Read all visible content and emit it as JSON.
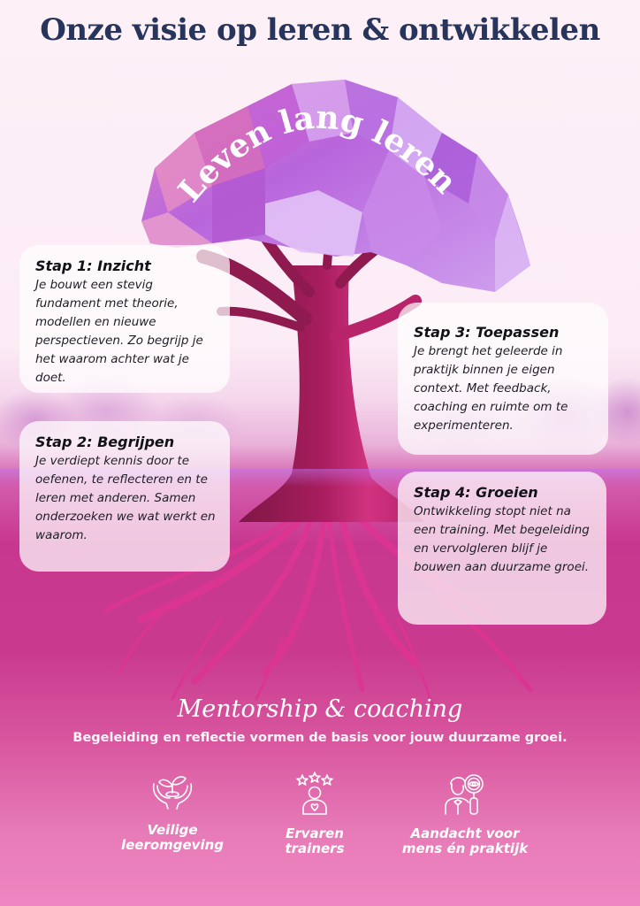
{
  "header": {
    "title": "Onze visie op leren & ontwikkelen"
  },
  "tree": {
    "arc_text": "Leven lang leren",
    "colors": {
      "canopy": "#b56ae0",
      "canopy_pink": "#e07ac0",
      "trunk": "#c2246f",
      "trunk_dark": "#7e1745",
      "roots": "#e23f9a"
    }
  },
  "steps": [
    {
      "title": "Stap 1: Inzicht",
      "text": "Je bouwt een stevig fundament met theorie, modellen en nieuwe perspectieven. Zo begrijp je het waarom achter wat je doet."
    },
    {
      "title": "Stap 2: Begrijpen",
      "text": "Je verdiept kennis door te oefenen, te reflecteren en te leren met anderen. Samen onderzoeken we wat werkt en waarom."
    },
    {
      "title": "Stap 3: Toepassen",
      "text": "Je brengt het geleerde in praktijk binnen je eigen context. Met feedback, coaching en ruimte om te experimenteren."
    },
    {
      "title": "Stap 4: Groeien",
      "text": "Ontwikkeling stopt niet na een training. Met begeleiding en vervolgleren blijf je bouwen aan duurzame groei."
    }
  ],
  "mentorship": {
    "title": "Mentorship & coaching",
    "subtitle": "Begeleiding en reflectie vormen de basis voor jouw duurzame groei."
  },
  "features": [
    {
      "icon": "hands-plant-icon",
      "label": "Veilige\nleeromgeving"
    },
    {
      "icon": "person-stars-icon",
      "label": "Ervaren\ntrainers"
    },
    {
      "icon": "person-magnifier-icon",
      "label": "Aandacht voor\nmens én praktijk"
    }
  ],
  "colors": {
    "title": "#27355c",
    "page_bg_top": "#fdf0f7",
    "page_bg_bottom": "#ee86c0",
    "ground": "#c8378f",
    "card_bg": "rgba(255,255,255,0.72)",
    "white_text": "#ffffff"
  }
}
